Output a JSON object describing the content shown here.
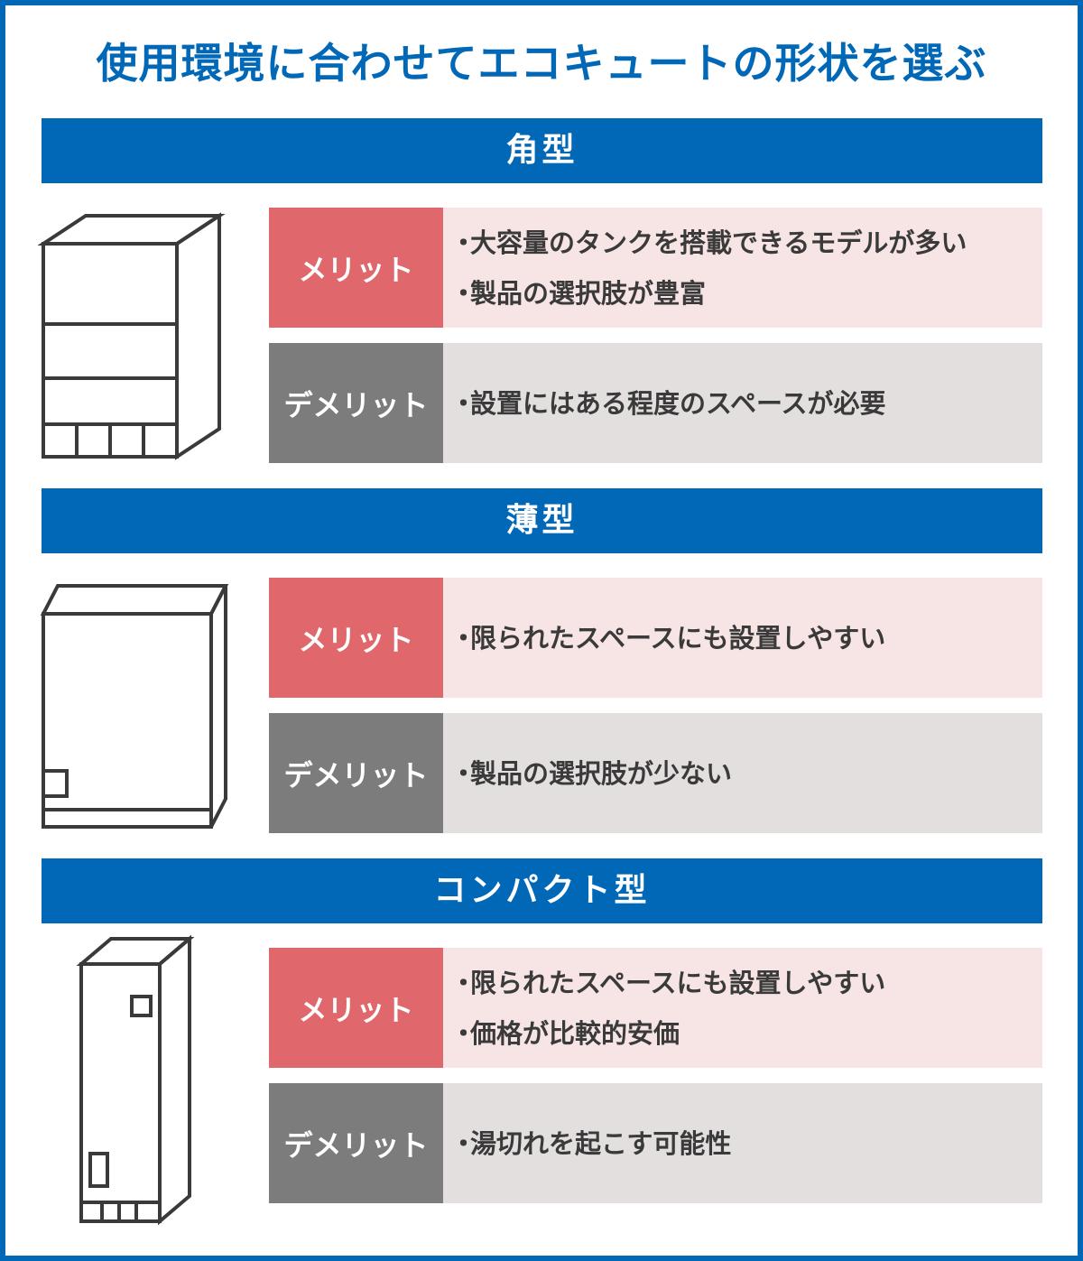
{
  "title": "使用環境に合わせてエコキュートの形状を選ぶ",
  "colors": {
    "brand_blue": "#0068b7",
    "merit_label": "#e0676b",
    "merit_bg": "#f7e4e4",
    "demerit_label": "#7c7c7c",
    "demerit_bg": "#e3dfdf",
    "line": "#3a3a3a"
  },
  "sections": [
    {
      "name": "角型",
      "merit_label": "メリット",
      "merit_points": [
        "大容量のタンクを搭載できるモデルが多い",
        "製品の選択肢が豊富"
      ],
      "demerit_label": "デメリット",
      "demerit_points": [
        "設置にはある程度のスペースが必要"
      ]
    },
    {
      "name": "薄型",
      "merit_label": "メリット",
      "merit_points": [
        "限られたスペースにも設置しやすい"
      ],
      "demerit_label": "デメリット",
      "demerit_points": [
        "製品の選択肢が少ない"
      ]
    },
    {
      "name": "コンパクト型",
      "merit_label": "メリット",
      "merit_points": [
        "限られたスペースにも設置しやすい",
        "価格が比較的安価"
      ],
      "demerit_label": "デメリット",
      "demerit_points": [
        "湯切れを起こす可能性"
      ]
    }
  ]
}
